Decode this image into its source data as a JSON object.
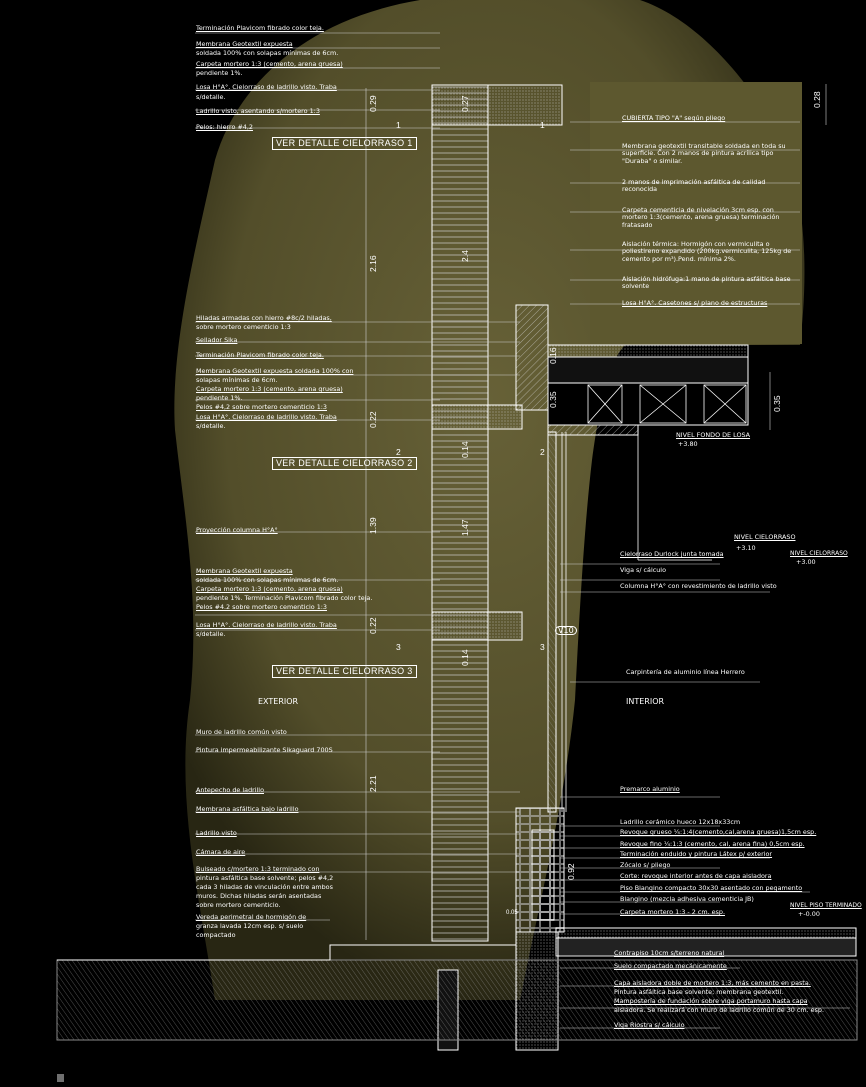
{
  "callouts_left": [
    {
      "id": "l1",
      "text": "Terminación Plavicom fibrado color teja."
    },
    {
      "id": "l2",
      "text": "Membrana Geotextil expuesta"
    },
    {
      "id": "l3",
      "text": "soldada 100% con solapas mínimas de 6cm."
    },
    {
      "id": "l4",
      "text": "Carpeta mortero 1:3 (cemento, arena gruesa)"
    },
    {
      "id": "l5",
      "text": "pendiente 1%."
    },
    {
      "id": "l6",
      "text": "Losa H°A°. Cielorraso de ladrillo visto. Traba"
    },
    {
      "id": "l7",
      "text": "s/detalle."
    },
    {
      "id": "l8",
      "text": "Ladrillo visto, asentando s/mortero 1:3"
    },
    {
      "id": "l9",
      "text": "Pelos: hierro #4,2"
    },
    {
      "id": "l10",
      "text": "Hiladas armadas con hierro #8c/2 hiladas,"
    },
    {
      "id": "l11",
      "text": "sobre mortero cementicio 1:3"
    },
    {
      "id": "l12",
      "text": "Sellador Sika"
    },
    {
      "id": "l13",
      "text": "Terminación Plavicom fibrado color teja."
    },
    {
      "id": "l14",
      "text": "Membrana Geotextil expuesta soldada 100% con"
    },
    {
      "id": "l15",
      "text": "solapas mínimas de 6cm."
    },
    {
      "id": "l16",
      "text": "Carpeta mortero 1:3 (cemento, arena gruesa)"
    },
    {
      "id": "l17",
      "text": "pendiente 1%."
    },
    {
      "id": "l18",
      "text": "Pelos #4,2 sobre mortero cementicio 1:3"
    },
    {
      "id": "l19",
      "text": "Losa H°A°. Cielorraso de ladrillo visto. Traba"
    },
    {
      "id": "l20",
      "text": "s/detalle."
    },
    {
      "id": "l21",
      "text": "Proyección columna H°A°"
    },
    {
      "id": "l22",
      "text": "Membrana Geotextil expuesta"
    },
    {
      "id": "l23",
      "text": "soldada 100% con solapas mínimas de 6cm."
    },
    {
      "id": "l24",
      "text": "Carpeta mortero 1:3 (cemento, arena gruesa)"
    },
    {
      "id": "l25",
      "text": "pendiente 1%. Terminación Plavicom fibrado color teja."
    },
    {
      "id": "l26",
      "text": "Pelos #4.2 sobre mortero cementicio 1:3"
    },
    {
      "id": "l27",
      "text": "Losa H°A°. Cielorraso de ladrillo visto. Traba"
    },
    {
      "id": "l28",
      "text": "s/detalle."
    },
    {
      "id": "l29",
      "text": "Muro de ladrillo común visto"
    },
    {
      "id": "l30",
      "text": "Pintura impermeabilizante Sikaguard 700S"
    },
    {
      "id": "l31",
      "text": "Antepecho de ladrillo"
    },
    {
      "id": "l32",
      "text": "Membrana asfáltica bajo ladrillo"
    },
    {
      "id": "l33",
      "text": "Ladrillo visto"
    },
    {
      "id": "l34",
      "text": "Cámara de aire"
    },
    {
      "id": "l35",
      "text": "Bulseado c/mortero 1:3 terminado con"
    },
    {
      "id": "l36",
      "text": "pintura asfáltica base solvente; pelos #4,2"
    },
    {
      "id": "l37",
      "text": "cada 3 hiladas de vinculación entre ambos"
    },
    {
      "id": "l38",
      "text": "muros. Dichas hiladas serán asentadas"
    },
    {
      "id": "l39",
      "text": "sobre mortero cementicio."
    },
    {
      "id": "l40",
      "text": "Vereda perimetral de hormigón de"
    },
    {
      "id": "l41",
      "text": "granza lavada 12cm esp. s/ suelo"
    },
    {
      "id": "l42",
      "text": "compactado"
    }
  ],
  "callouts_right": [
    {
      "id": "r1",
      "text": "CUBIERTA TIPO \"A\" según pliego"
    },
    {
      "id": "r2",
      "text": "Membrana geotextil transitable soldada en toda su superficie. Con 2 manos de pintura acrílica tipo \"Duraba\" o similar."
    },
    {
      "id": "r3",
      "text": "2 manos de imprimación asfáltica de calidad reconocida"
    },
    {
      "id": "r4",
      "text": "Carpeta cementicia de nivelación 3cm esp. con mortero 1:3(cemento, arena gruesa) terminación fratasado"
    },
    {
      "id": "r5",
      "text": "Aislación térmica: Hormigón con vermiculita o poliestireno expandido (200kg.vermiculita, 125kg de cemento por m³).Pend. mínima 2%."
    },
    {
      "id": "r6",
      "text": "Aislación hidrófuga:1 mano de pintura asfáltica base solvente"
    },
    {
      "id": "r7",
      "text": "Losa H°A°. Casetones s/ plano de estructuras"
    },
    {
      "id": "r8",
      "text": "NIVEL FONDO DE LOSA"
    },
    {
      "id": "r9",
      "text": "+3.80"
    },
    {
      "id": "r10",
      "text": "NIVEL CIELORRASO"
    },
    {
      "id": "r11",
      "text": "+3.10"
    },
    {
      "id": "r12",
      "text": "NIVEL CIELORRASO"
    },
    {
      "id": "r13",
      "text": "+3.00"
    },
    {
      "id": "r14",
      "text": "Cielorraso Durlock junta tomada"
    },
    {
      "id": "r15",
      "text": "Viga s/ cálculo"
    },
    {
      "id": "r16",
      "text": "Columna H°A° con revestimiento de ladrillo visto"
    },
    {
      "id": "r17",
      "text": "Carpintería de aluminio línea Herrero"
    },
    {
      "id": "r18",
      "text": "INTERIOR"
    },
    {
      "id": "r19",
      "text": "Premarco aluminio"
    },
    {
      "id": "r20",
      "text": "Ladrillo cerámico hueco 12x18x33cm"
    },
    {
      "id": "r21",
      "text": "Revoque grueso ¼:1:4(cemento,cal,arena gruesa)1,5cm esp."
    },
    {
      "id": "r22",
      "text": "Revoque fino ¼:1:3 (cemento, cal, arena fina) 0,5cm esp."
    },
    {
      "id": "r23",
      "text": "Terminación enduido y pintura Látex p/ exterior"
    },
    {
      "id": "r24",
      "text": "Zócalo s/ pliego"
    },
    {
      "id": "r25",
      "text": "Corte: revoque interior antes de capa aisladora"
    },
    {
      "id": "r26",
      "text": "Piso Blangino compacto 30x30 asentado con pegamento"
    },
    {
      "id": "r27",
      "text": "Blangino (mezcla adhesiva cementicia JB)"
    },
    {
      "id": "r28",
      "text": "Carpeta mortero 1:3 - 2 cm. esp."
    },
    {
      "id": "r29",
      "text": "NIVEL PISO TERMINADO"
    },
    {
      "id": "r30",
      "text": "+-0.00"
    },
    {
      "id": "r31",
      "text": "Contrapiso 10cm s/terreno natural"
    },
    {
      "id": "r32",
      "text": "Suelo compactado mecánicamente"
    },
    {
      "id": "r33",
      "text": "Capa aisladora doble de mortero 1:3, más cemento en pasta."
    },
    {
      "id": "r34",
      "text": "Pintura asfáltica base solvente; membrana geotextil."
    },
    {
      "id": "r35",
      "text": "Mampostería de fundación sobre viga portamuro hasta capa"
    },
    {
      "id": "r36",
      "text": "aisladora. Se realizará con muro de ladrillo común de 30 cm. esp."
    },
    {
      "id": "r37",
      "text": "Viga Riostra s/ cálculo"
    }
  ],
  "detail_boxes": [
    {
      "text": "VER DETALLE CIELORRASO",
      "num": "1"
    },
    {
      "text": "VER DETALLE CIELORRASO",
      "num": "2"
    },
    {
      "text": "VER DETALLE CIELORRASO",
      "num": "3"
    }
  ],
  "zone_labels": {
    "exterior": "EXTERIOR"
  },
  "marker_tag": "V10",
  "dimensions": {
    "d1": "0.29",
    "d2": "0.27",
    "d3": "0.28",
    "d4": "2.16",
    "d5": "2.4",
    "d6": "0.22",
    "d7": "0.14",
    "d8": "1.39",
    "d9": "1.47",
    "d10": "0.22",
    "d11": "0.14",
    "d12": "2.21",
    "d13": "0.92",
    "d14": "0.35",
    "d15": "0.35",
    "d16": "0.16",
    "d17": "0.05",
    "n1": "1",
    "n2": "1",
    "n3": "2",
    "n4": "2",
    "n5": "3",
    "n6": "3"
  },
  "colors": {
    "background": "#000000",
    "figure": "#5f5a2e",
    "lines": "#ffffff"
  }
}
